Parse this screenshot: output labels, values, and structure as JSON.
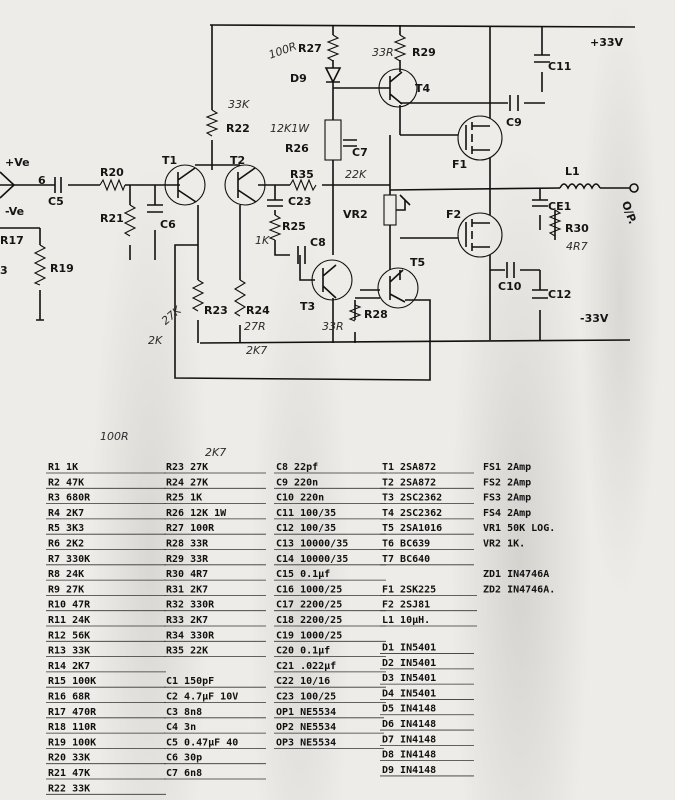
{
  "schematic": {
    "labels": {
      "r27_val": "100R",
      "r27": "R27",
      "r29_val": "33R",
      "r29": "R29",
      "supply_pos": "+33V",
      "c11": "C11",
      "d9": "D9",
      "t4": "T4",
      "r22_val": "33K",
      "r22": "R22",
      "r26_val": "12K1W",
      "c9": "C9",
      "r26": "R26",
      "c7": "C7",
      "f1": "F1",
      "in_pv": "+Ve",
      "in_nv": "-Ve",
      "six": "6",
      "r20": "R20",
      "t1": "T1",
      "t2": "T2",
      "r35": "R35",
      "r35_val": "22K",
      "l1": "L1",
      "c5": "C5",
      "r21": "R21",
      "c6": "C6",
      "c23": "C23",
      "vr2": "VR2",
      "ce1": "CE1",
      "op": "O/P.",
      "r17": "R17",
      "f2": "F2",
      "r30": "R30",
      "r30_val": "4R7",
      "r25_val": "1K",
      "r25": "R25",
      "c8": "C8",
      "t5": "T5",
      "r19": "R19",
      "c10": "C10",
      "c12": "C12",
      "t3": "T3",
      "r23_val": "27K",
      "r23": "R23",
      "r24": "R24",
      "r24_val": "27R",
      "r28_val": "33R",
      "r28": "R28",
      "supply_neg": "-33V",
      "r23_alt": "2K",
      "r24_alt": "2K7",
      "three": "3"
    },
    "icons": [
      "npn-transistor-icon",
      "pnp-transistor-icon",
      "mosfet-icon",
      "resistor-icon",
      "capacitor-icon",
      "diode-icon",
      "inductor-icon",
      "preset-resistor-icon",
      "output-terminal-icon"
    ]
  },
  "bom": {
    "note_top": "100R",
    "note_top2": "2K7",
    "col1": [
      "R1 1K",
      "R2 47K",
      "R3 680R",
      "R4 2K7",
      "R5 3K3",
      "R6 2K2",
      "R7 330K",
      "R8 24K",
      "R9 27K",
      "R10 47R",
      "R11 24K",
      "R12 56K",
      "R13 33K",
      "R14 2K7",
      "R15 100K",
      "R16 68R",
      "R17 470R",
      "R18 110R",
      "R19 100K",
      "R20 33K",
      "R21 47K",
      "R22 33K"
    ],
    "col2": [
      "R23 27K",
      "R24 27K",
      "R25 1K",
      "R26 12K 1W",
      "R27 100R",
      "R28 33R",
      "R29 33R",
      "R30 4R7",
      "R31 2K7",
      "R32 330R",
      "R33 2K7",
      "R34 330R",
      "R35 22K"
    ],
    "col2b": [
      "C1 150pF",
      "C2 4.7µF 10V",
      "C3 8n8",
      "C4 3n",
      "C5 0.47µF 40",
      "C6 30p",
      "C7 6n8"
    ],
    "col3": [
      "C8 22pf",
      "C9 220n",
      "C10 220n",
      "C11 100/35",
      "C12 100/35",
      "C13 10000/35",
      "C14 10000/35",
      "C15 0.1µf",
      "C16 1000/25",
      "C17 2200/25",
      "C18 2200/25",
      "C19 1000/25",
      "C20 0.1µf",
      "C21 .022µf",
      "C22 10/16",
      "C23 100/25"
    ],
    "col3b": [
      "OP1 NE5534",
      "OP2 NE5534",
      "OP3 NE5534"
    ],
    "col4": [
      "T1 2SA872",
      "T2 2SA872",
      "T3 2SC2362",
      "T4 2SC2362",
      "T5 2SA1016",
      "T6 BC639",
      "T7 BC640"
    ],
    "col4b": [
      "F1 2SK225",
      "F2 2SJ81"
    ],
    "col4c": [
      "L1 10µH."
    ],
    "col4d": [
      "D1 IN5401",
      "D2 IN5401",
      "D3 IN5401",
      "D4 IN5401",
      "D5 IN4148",
      "D6 IN4148",
      "D7 IN4148",
      "D8 IN4148",
      "D9 IN4148"
    ],
    "col5": [
      "FS1 2Amp",
      "FS2 2Amp",
      "FS3 2Amp",
      "FS4 2Amp",
      "VR1 50K LOG.",
      "VR2 1K."
    ],
    "col5b": [
      "ZD1 IN4746A",
      "ZD2 IN4746A."
    ]
  }
}
